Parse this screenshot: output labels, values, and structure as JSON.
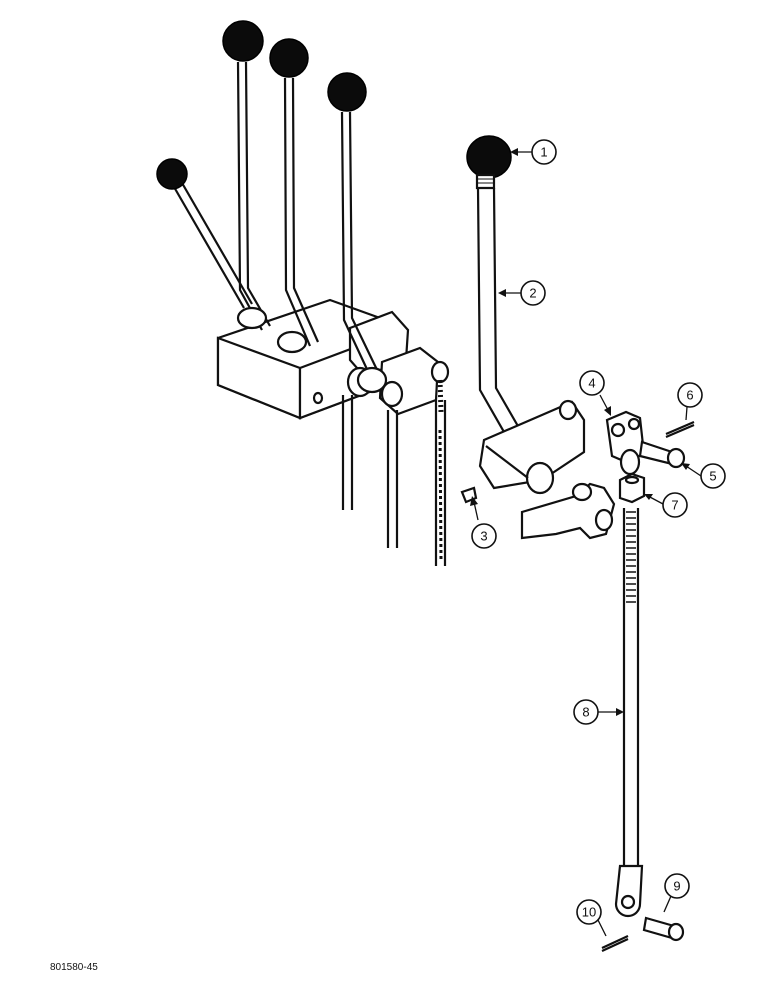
{
  "callouts": [
    "1",
    "2",
    "3",
    "4",
    "5",
    "6",
    "7",
    "8",
    "9",
    "10"
  ],
  "figure_id": "801580-45"
}
